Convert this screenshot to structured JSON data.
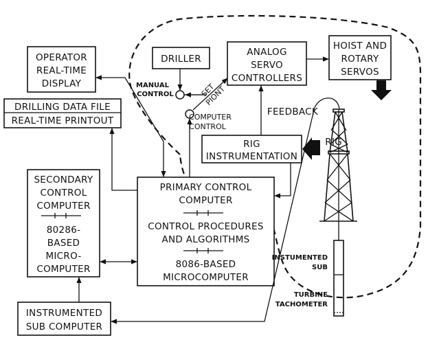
{
  "diagram": {
    "blocks": {
      "operator_display": [
        "OPERATOR",
        "REAL-TIME",
        "DISPLAY"
      ],
      "drilling_data_file": "DRILLING DATA FILE",
      "realtime_printout": "REAL-TIME PRINTOUT",
      "driller": "DRILLER",
      "analog_servo": [
        "ANALOG",
        "SERVO",
        "CONTROLLERS"
      ],
      "hoist_rotary": [
        "HOIST AND",
        "ROTARY",
        "SERVOS"
      ],
      "rig_instrumentation": [
        "RIG",
        "INSTRUMENTATION"
      ],
      "secondary_computer": [
        "SECONDARY",
        "CONTROL",
        "COMPUTER",
        "80286-",
        "BASED",
        "MICRO-",
        "COMPUTER"
      ],
      "primary_computer": [
        "PRIMARY CONTROL",
        "COMPUTER",
        "CONTROL PROCEDURES",
        "AND ALGORITHMS",
        "8086-BASED",
        "MICROCOMPUTER"
      ],
      "instrumented_sub_computer": [
        "INSTRUMENTED",
        "SUB COMPUTER"
      ]
    },
    "labels": {
      "manual_control": [
        "MANUAL",
        "CONTROL"
      ],
      "computer_control": [
        "COMPUTER",
        "CONTROL"
      ],
      "set_point": [
        "SET",
        "PIONT"
      ],
      "feedback": "FEEDBACK",
      "rig": "RIG",
      "instrumented_sub": [
        "INSTUMENTED",
        "SUB"
      ],
      "turbine_tachometer": [
        "TURBINE",
        "TACHOMETER"
      ]
    }
  }
}
